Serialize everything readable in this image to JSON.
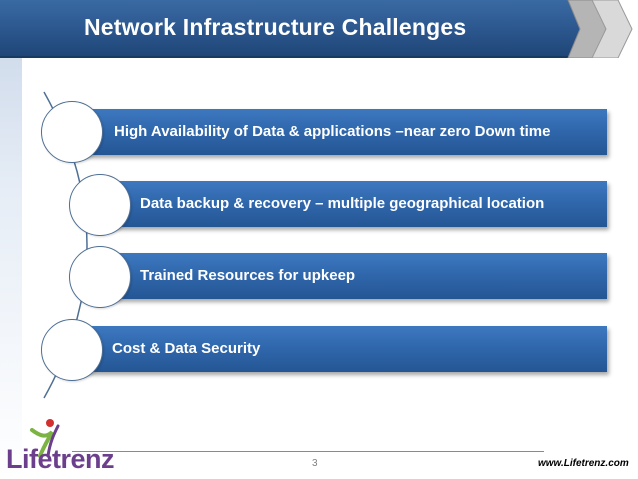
{
  "slide": {
    "title": "Network Infrastructure Challenges",
    "page_number": "3",
    "footer_url": "www.Lifetrenz.com",
    "logo_text": "Lifetrenz"
  },
  "items": [
    {
      "label": "High Availability of Data & applications –near zero Down time"
    },
    {
      "label": "Data backup & recovery – multiple geographical location"
    },
    {
      "label": "Trained Resources for upkeep"
    },
    {
      "label": "Cost & Data Security"
    }
  ],
  "colors": {
    "banner": "#2b568d",
    "bar": "#2f66ab",
    "logo_purple": "#6c3f8c",
    "logo_green": "#7cb342",
    "logo_red": "#d32f2f"
  },
  "icons": {
    "banner_decoration": "double-chevron-right-icon",
    "logo": "person-figure-icon"
  }
}
